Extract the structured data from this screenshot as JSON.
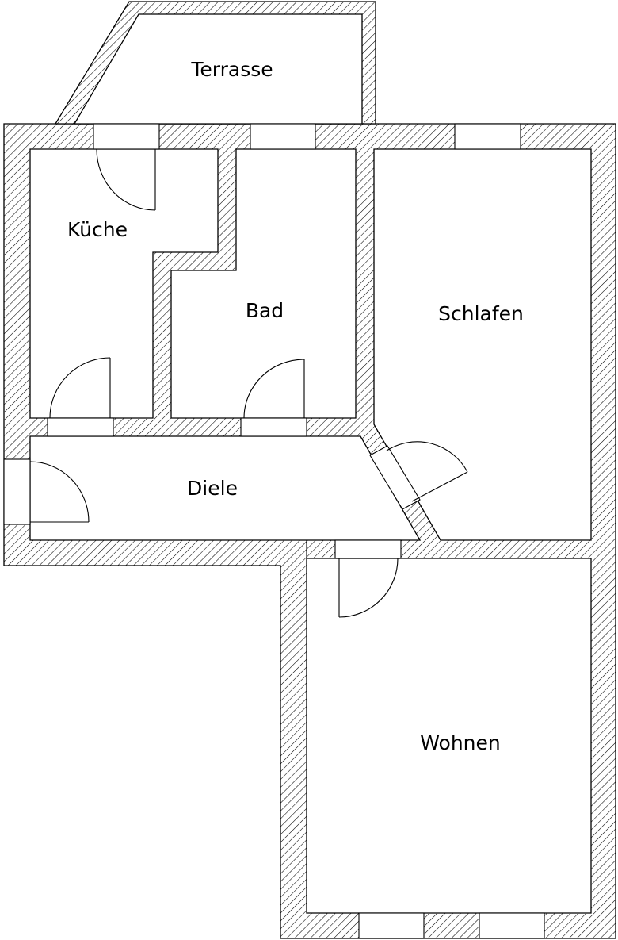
{
  "rooms": {
    "terrasse": "Terrasse",
    "kueche": "Küche",
    "bad": "Bad",
    "schlafen": "Schlafen",
    "diele": "Diele",
    "wohnen": "Wohnen"
  },
  "colors": {
    "wall_hatch": "#000000",
    "room_fill": "#ffffff",
    "line": "#000000"
  }
}
